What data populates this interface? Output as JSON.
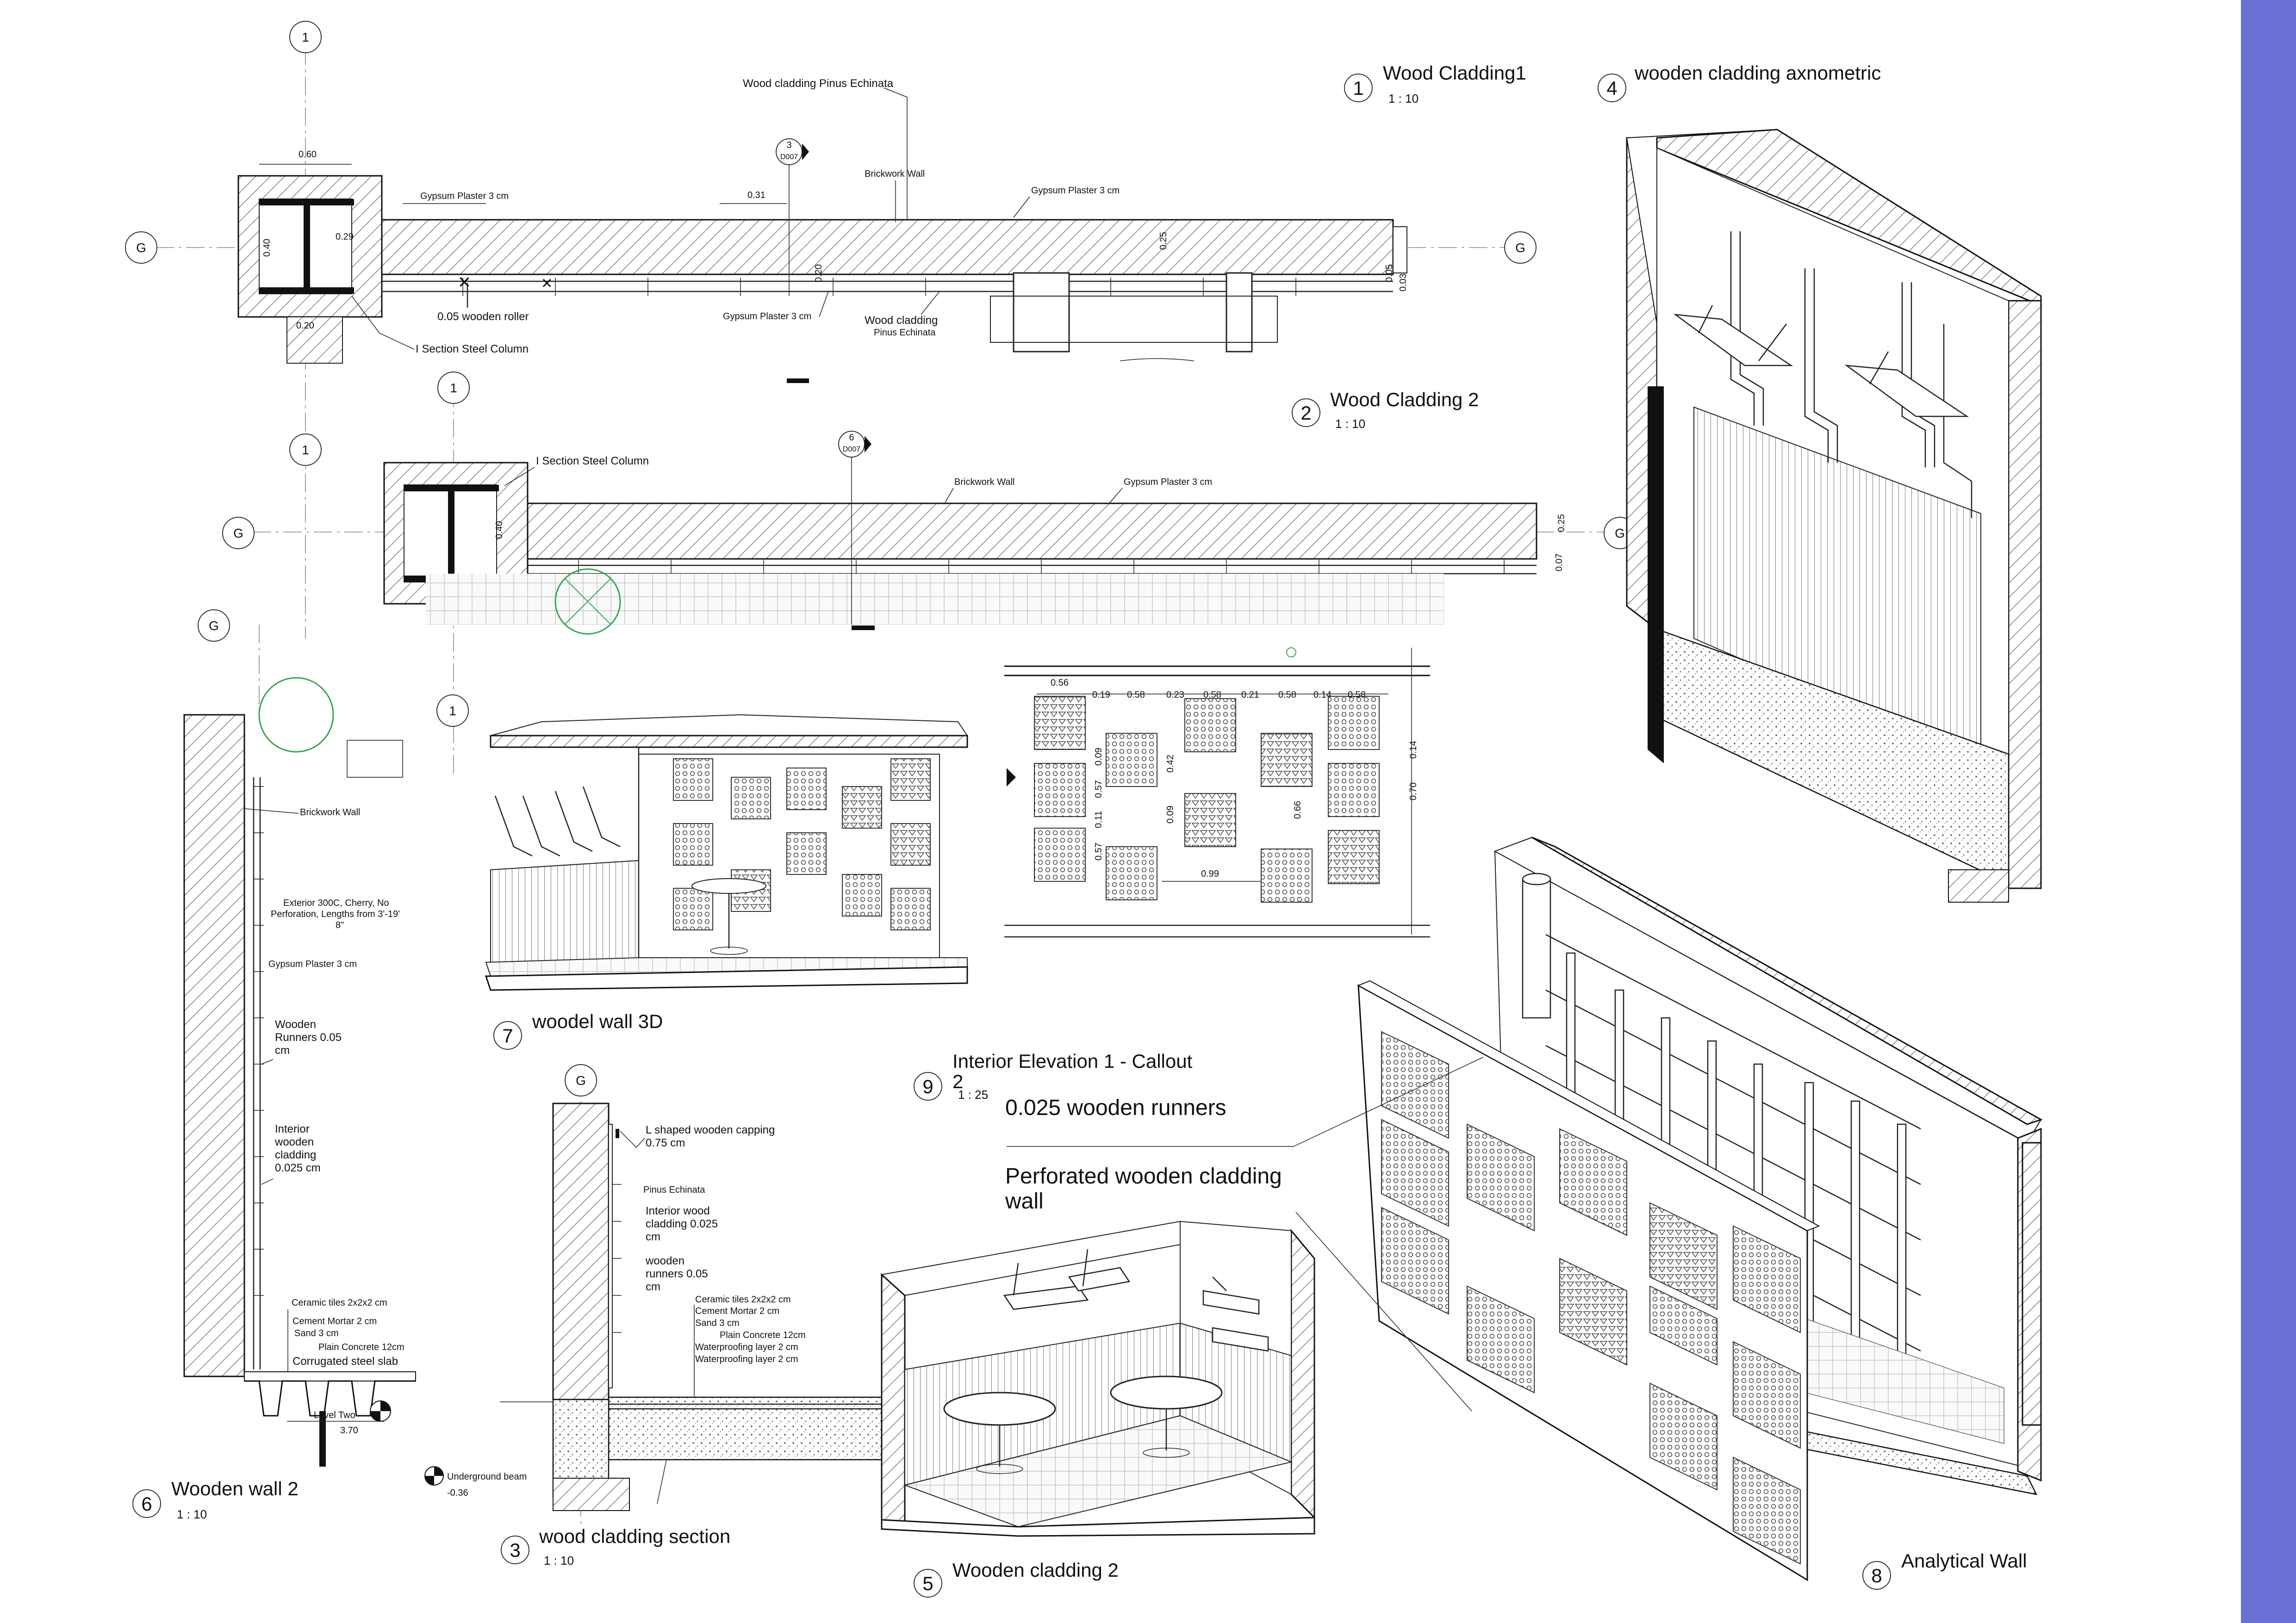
{
  "grid": {
    "g": "G",
    "one": "1"
  },
  "views": {
    "v1": {
      "num": "1",
      "title": "Wood Cladding1",
      "scale": "1 : 10"
    },
    "v2": {
      "num": "2",
      "title": "Wood Cladding 2",
      "scale": "1 : 10"
    },
    "v3": {
      "num": "3",
      "title": "wood cladding section",
      "scale": "1 : 10"
    },
    "v4": {
      "num": "4",
      "title": "wooden cladding axnometric"
    },
    "v5": {
      "num": "5",
      "title": "Wooden cladding 2"
    },
    "v6": {
      "num": "6",
      "title": "Wooden wall 2",
      "scale": "1 : 10"
    },
    "v7": {
      "num": "7",
      "title": "woodel wall 3D"
    },
    "v8": {
      "num": "8",
      "title": "Analytical Wall"
    },
    "v9": {
      "num": "9",
      "title_line1": "Interior Elevation 1 - Callout",
      "title_line2": "2",
      "scale": "1 : 25"
    }
  },
  "plan1": {
    "wood_cladding_pinus": "Wood cladding Pinus Echinata",
    "gypsum_left": "Gypsum Plaster 3 cm",
    "brickwork": "Brickwork Wall",
    "gypsum_right": "Gypsum Plaster 3 cm",
    "roller": "0.05 wooden roller",
    "gypsum_bottom": "Gypsum Plaster 3 cm",
    "wood_cladding_b1": "Wood cladding",
    "wood_cladding_b2": "Pinus Echinata",
    "column": "I Section Steel Column",
    "callout_num": "3",
    "callout_sheet": "D007",
    "dims": {
      "d060": "0.60",
      "d031": "0.31",
      "d029": "0.29",
      "d040": "0.40",
      "d025": "0.25",
      "d020": "0.20",
      "d005": "0.05",
      "d003": "0.03",
      "d020b": "0.20"
    }
  },
  "plan2": {
    "column": "I Section Steel Column",
    "brickwork": "Brickwork Wall",
    "gypsum": "Gypsum Plaster 3 cm",
    "callout_num": "6",
    "callout_sheet": "D007",
    "dims": {
      "d040": "0.40",
      "d025": "0.25",
      "d007": "0.07"
    }
  },
  "elev9": {
    "dims": [
      "0.56",
      "0.19",
      "0.58",
      "0.23",
      "0.58",
      "0.21",
      "0.58",
      "0.14",
      "0.58"
    ],
    "vdims": [
      "0.09",
      "0.57",
      "0.11",
      "0.57",
      "0.42",
      "0.09",
      "0.66",
      "0.14",
      "0.70",
      "0.99"
    ]
  },
  "section6": {
    "brickwork": "Brickwork Wall",
    "exterior1": "Exterior 300C, Cherry, No",
    "exterior2": "Perforation, Lengths from 3'-19'",
    "exterior3": "8\"",
    "gypsum": "Gypsum Plaster 3 cm",
    "runners1": "Wooden",
    "runners2": "Runners 0.05",
    "runners3": "cm",
    "interior1": "Interior",
    "interior2": "wooden",
    "interior3": "cladding",
    "interior4": "0.025 cm",
    "tiles": "Ceramic tiles 2x2x2 cm",
    "mortar": "Cement Mortar 2 cm",
    "sand": "Sand 3 cm",
    "concrete": "Plain Concrete 12cm",
    "slab": "Corrugated steel slab",
    "level_name": "Level Two",
    "level_value": "3.70"
  },
  "section3": {
    "capping1": "L shaped wooden capping",
    "capping2": "0.75 cm",
    "pinus": "Pinus Echinata",
    "interior1": "Interior wood",
    "interior2": "cladding 0.025",
    "interior3": "cm",
    "runners1": "wooden",
    "runners2": "runners 0.05",
    "runners3": "cm",
    "tiles": "Ceramic tiles 2x2x2 cm",
    "mortar": "Cement Mortar 2 cm",
    "sand": "Sand 3 cm",
    "concrete": "Plain Concrete 12cm",
    "wp1": "Waterproofing layer 2 cm",
    "wp2": "Waterproofing layer 2 cm",
    "beam": "Underground beam",
    "beam_level": "-0.36"
  },
  "analytical": {
    "runners": "0.025 wooden runners",
    "perf1": "Perforated wooden cladding",
    "perf2": "wall"
  },
  "colors": {
    "sidebar": "#6870d4",
    "line": "#111111",
    "accent_green": "#2fa84f"
  }
}
